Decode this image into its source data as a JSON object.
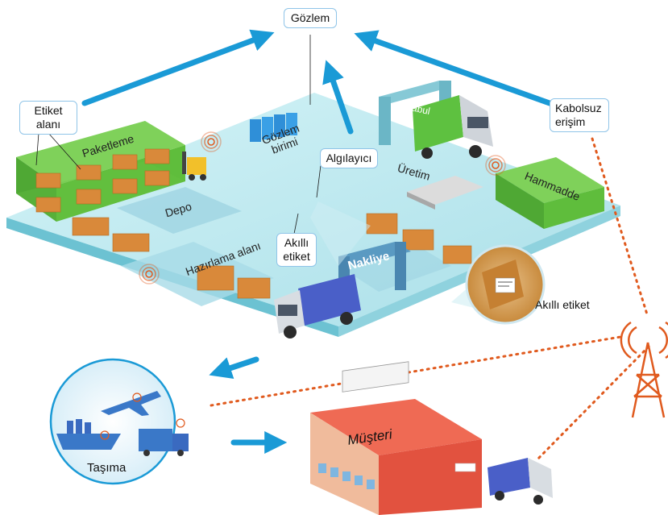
{
  "labels": {
    "gozlem": "Gözlem",
    "etiket_alani": "Etiket\nalanı",
    "kabolsuz_erisim": "Kabolsuz\nerişim",
    "algilayici": "Algılayıcı",
    "akilli_etiket_box": "Akıllı\netiket",
    "akilli_etiket": "Akıllı etiket",
    "tasima": "Taşıma"
  },
  "areas": {
    "paketleme": "Paketleme",
    "depo": "Depo",
    "gozlem_birimi": "Gözlem\nbirimi",
    "hazirlama_alani": "Hazırlama alanı",
    "nakliye": "Nakliye",
    "kabul": "Kabul",
    "uretim": "Üretim",
    "hammadde": "Hammadde",
    "musteri": "Müşteri"
  },
  "colors": {
    "floor": "#bfeaf0",
    "floor_edge": "#7fcfdc",
    "zone": "#a8dbe6",
    "shelf_green": "#5fbd3c",
    "box": "#d9893a",
    "flow_arrow": "#1a9ad6",
    "wireless_dotted": "#e05a1e",
    "truck_blue": "#4a5fc8",
    "customer_building": "#e2523f",
    "tower": "#e05a1e"
  }
}
